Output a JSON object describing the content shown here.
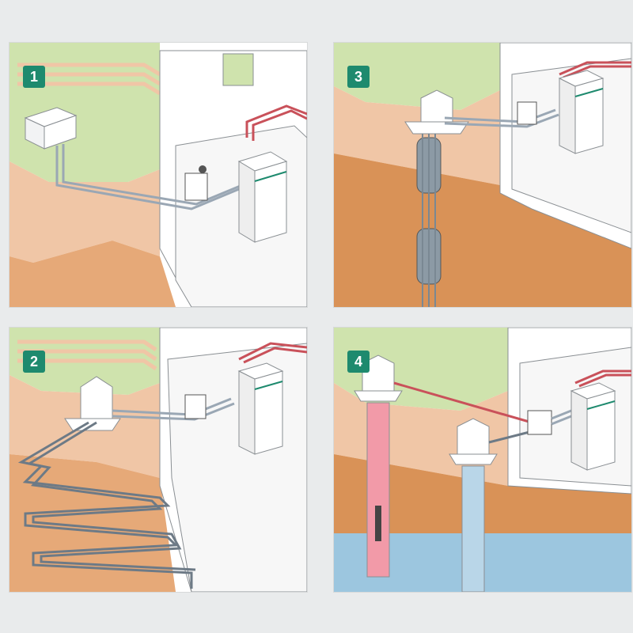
{
  "panels": [
    {
      "number": "1",
      "scene": "air-source-heat-pump"
    },
    {
      "number": "2",
      "scene": "ground-loop-collector"
    },
    {
      "number": "3",
      "scene": "vertical-borehole-probe"
    },
    {
      "number": "4",
      "scene": "well-water-system"
    }
  ],
  "colors": {
    "badge": "#1e8a6e",
    "grass": "#cfe3ad",
    "soil_light": "#f0c6a6",
    "soil_mid": "#e6a978",
    "soil_deep": "#d99257",
    "wall": "#ffffff",
    "outline": "#8a8f93",
    "pipe": "#9aa7b4",
    "pipe_hot": "#c9515a",
    "water": "#9cc6df",
    "well_hot": "#f29aa8"
  }
}
